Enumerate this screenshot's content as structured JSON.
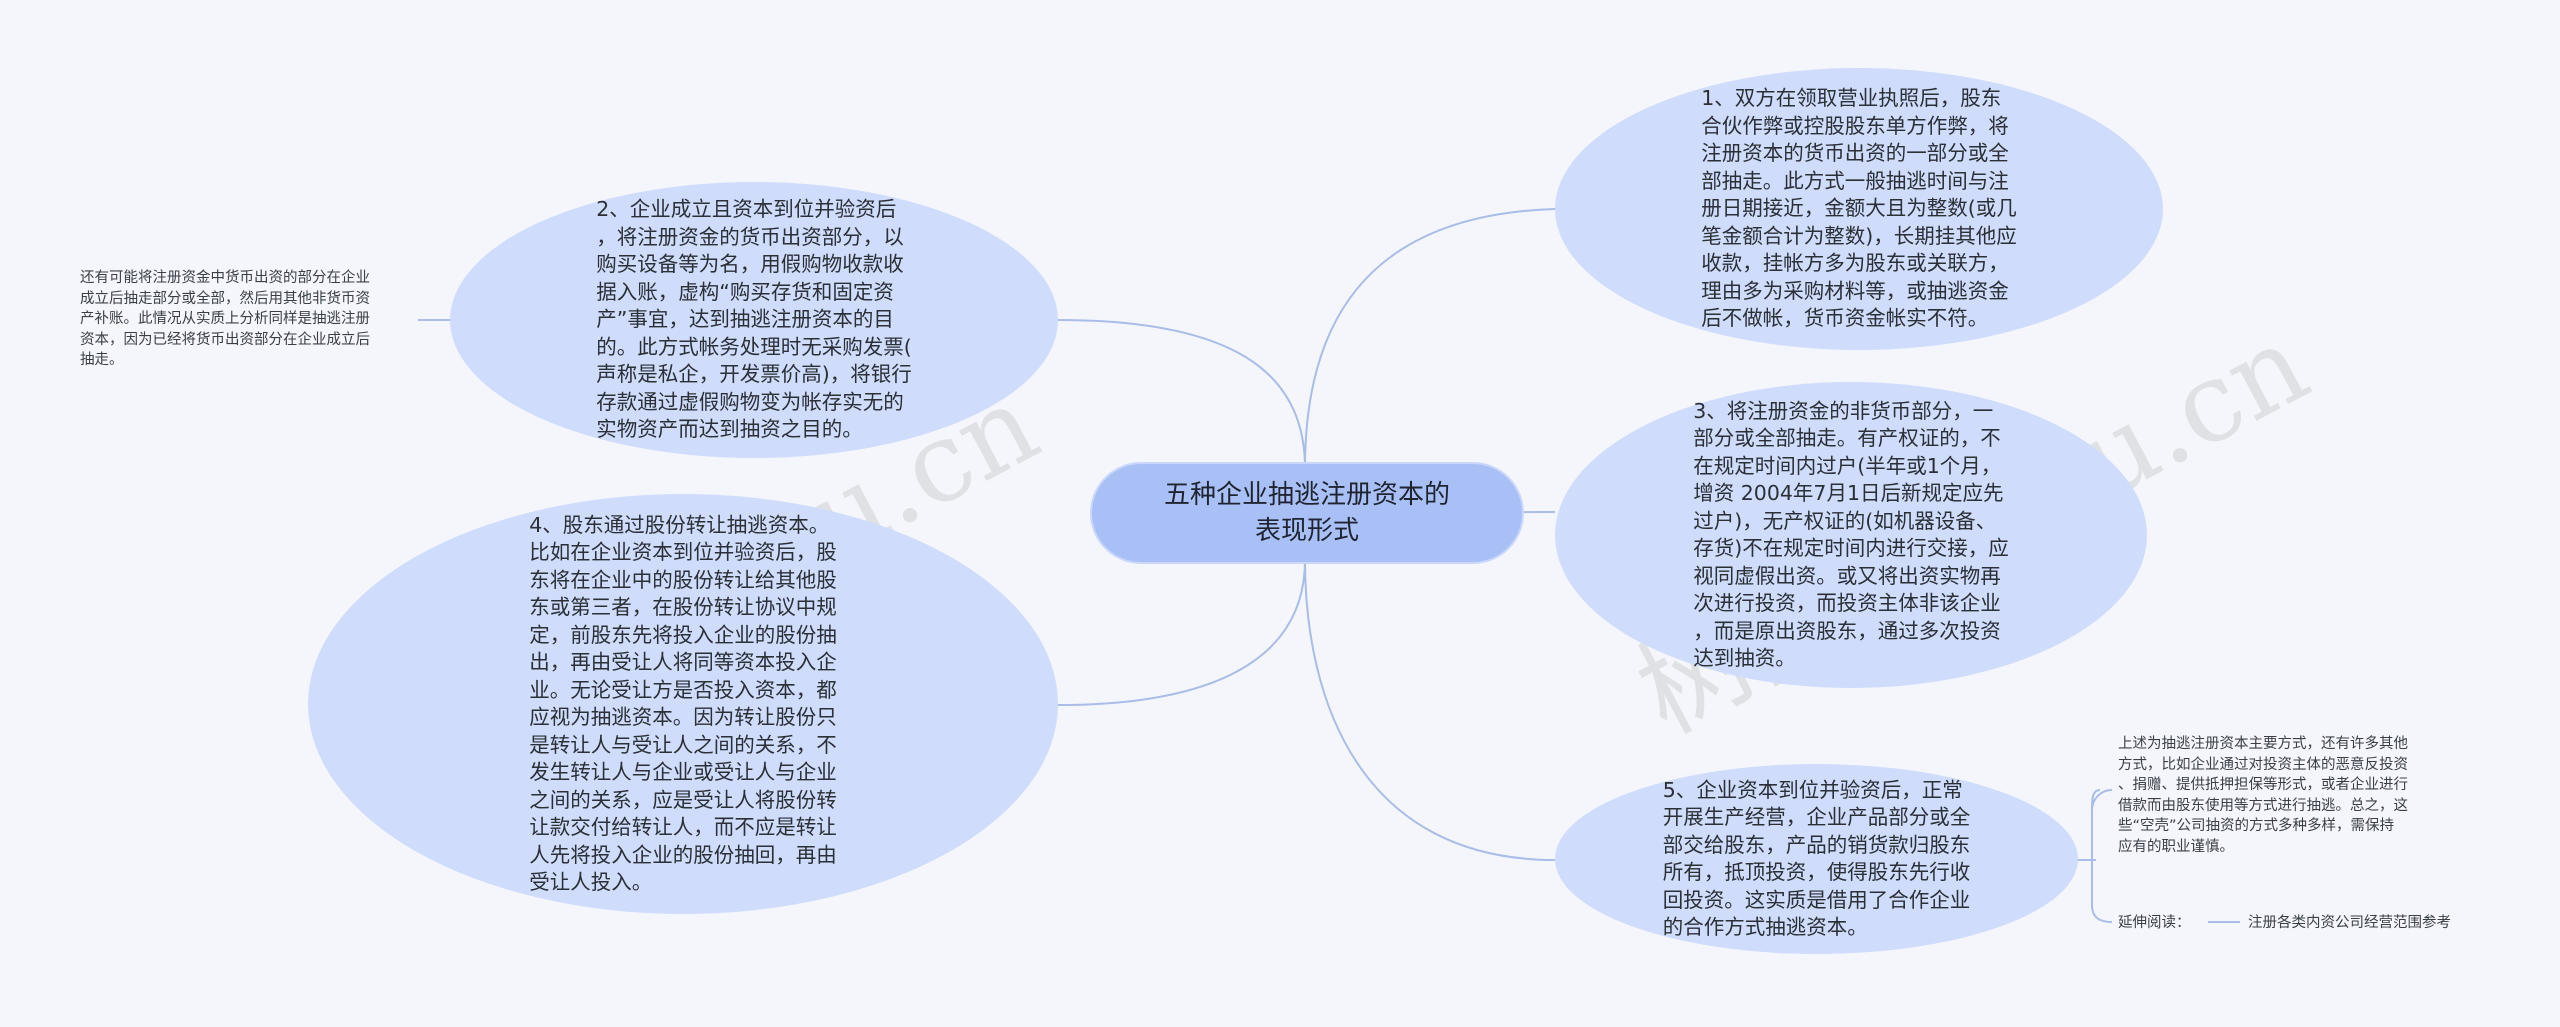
{
  "root": {
    "label": "五种企业抽逃注册资本的\n表现形式"
  },
  "branches": [
    {
      "text": "1、双方在领取营业执照后，股东\n合伙作弊或控股股东单方作弊，将\n注册资本的货币出资的一部分或全\n部抽走。此方式一般抽逃时间与注\n册日期接近，金额大且为整数(或几\n笔金额合计为整数)，长期挂其他应\n收款，挂帐方多为股东或关联方，\n理由多为采购材料等，或抽逃资金\n后不做帐，货币资金帐实不符。"
    },
    {
      "text": "2、企业成立且资本到位并验资后\n，将注册资金的货币出资部分，以\n购买设备等为名，用假购物收款收\n据入账，虚构“购买存货和固定资\n产”事宜，达到抽逃注册资本的目\n的。此方式帐务处理时无采购发票(\n声称是私企，开发票价高)，将银行\n存款通过虚假购物变为帐存实无的\n实物资产而达到抽资之目的。"
    },
    {
      "text": "3、将注册资金的非货币部分，一\n部分或全部抽走。有产权证的，不\n在规定时间内过户(半年或1个月，\n增资 2004年7月1日后新规定应先\n过户)，无产权证的(如机器设备、\n存货)不在规定时间内进行交接，应\n视同虚假出资。或又将出资实物再\n次进行投资，而投资主体非该企业\n，而是原出资股东，通过多次投资\n达到抽资。"
    },
    {
      "text": "4、股东通过股份转让抽逃资本。\n比如在企业资本到位并验资后，股\n东将在企业中的股份转让给其他股\n东或第三者，在股份转让协议中规\n定，前股东先将投入企业的股份抽\n出，再由受让人将同等资本投入企\n业。无论受让方是否投入资本，都\n应视为抽逃资本。因为转让股份只\n是转让人与受让人之间的关系，不\n发生转让人与企业或受让人与企业\n之间的关系，应是受让人将股份转\n让款交付给转让人，而不应是转让\n人先将投入企业的股份抽回，再由\n受让人投入。"
    },
    {
      "text": "5、企业资本到位并验资后，正常\n开展生产经营，企业产品部分或全\n部交给股东，产品的销货款归股东\n所有，抵顶投资，使得股东先行收\n回投资。这实质是借用了合作企业\n的合作方式抽逃资本。"
    }
  ],
  "notes": {
    "left": "还有可能将注册资金中货币出资的部分在企业\n成立后抽走部分或全部，然后用其他非货币资\n产补账。此情况从实质上分析同样是抽逃注册\n资本，因为已经将货币出资部分在企业成立后\n抽走。",
    "right": "上述为抽逃注册资本主要方式，还有许多其他\n方式，比如企业通过对投资主体的恶意反投资\n、捐赠、提供抵押担保等形式，或者企业进行\n借款而由股东使用等方式进行抽逃。总之，这\n些“空壳”公司抽资的方式多种多样，需保持\n应有的职业谨慎。",
    "extend_label": "延伸阅读：",
    "extend_link": "注册各类内资公司经营范围参考"
  },
  "watermark": [
    "树图 shutu.cn",
    "树图 shutu.cn"
  ],
  "colors": {
    "root": "#a9c0f6",
    "branch": "#cfdcfb",
    "line": "#a9bde8",
    "background": "#f4f6fb"
  }
}
